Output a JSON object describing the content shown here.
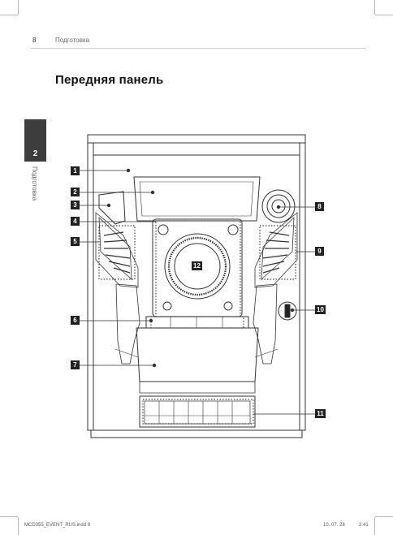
{
  "page": {
    "page_number": "8",
    "section": "Подготовка",
    "heading": "Передняя панель",
    "side_tab_number": "2",
    "side_tab_label": "Подготовка"
  },
  "callouts": [
    "1",
    "2",
    "3",
    "4",
    "5",
    "6",
    "7",
    "8",
    "9",
    "10",
    "11",
    "12"
  ],
  "footer": {
    "file": "MCD355_EVENT_RUS.indd   8",
    "date": "10. 07. 28",
    "time": "2:41"
  }
}
